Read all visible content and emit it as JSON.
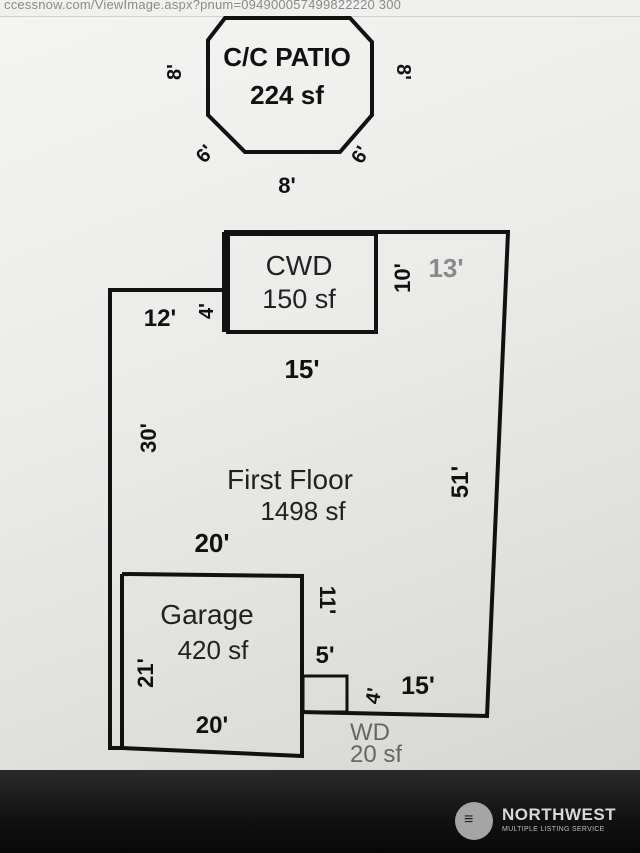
{
  "browser": {
    "url": "ccessnow.com/ViewImage.aspx?pnum=094900057499822220 300"
  },
  "patio": {
    "name": "C/C PATIO",
    "area": "224 sf",
    "dim_left": "8'",
    "dim_right": "8'",
    "dim_diag_left": "6'",
    "dim_diag_right": "6'",
    "dim_bottom": "8'"
  },
  "cwd": {
    "name": "CWD",
    "area": "150 sf",
    "dim_side": "4'",
    "dim_right": "10'"
  },
  "first_floor": {
    "name": "First Floor",
    "area": "1498 sf",
    "dim_top_left": "12'",
    "dim_top_mid": "15'",
    "dim_top_right": "13'",
    "dim_left": "30'",
    "dim_right": "51'",
    "dim_inner": "20'",
    "dim_notch_side": "11'",
    "dim_notch_mid": "5'",
    "dim_bottom_right": "15'",
    "dim_small": "4'"
  },
  "garage": {
    "name": "Garage",
    "area": "420 sf",
    "dim_left": "21'",
    "dim_bottom": "20'"
  },
  "wd": {
    "name": "WD",
    "area": "20 sf"
  },
  "watermark": {
    "brand": "NORTHWEST",
    "sub": "MULTIPLE LISTING SERVICE",
    "logo": "≡"
  }
}
